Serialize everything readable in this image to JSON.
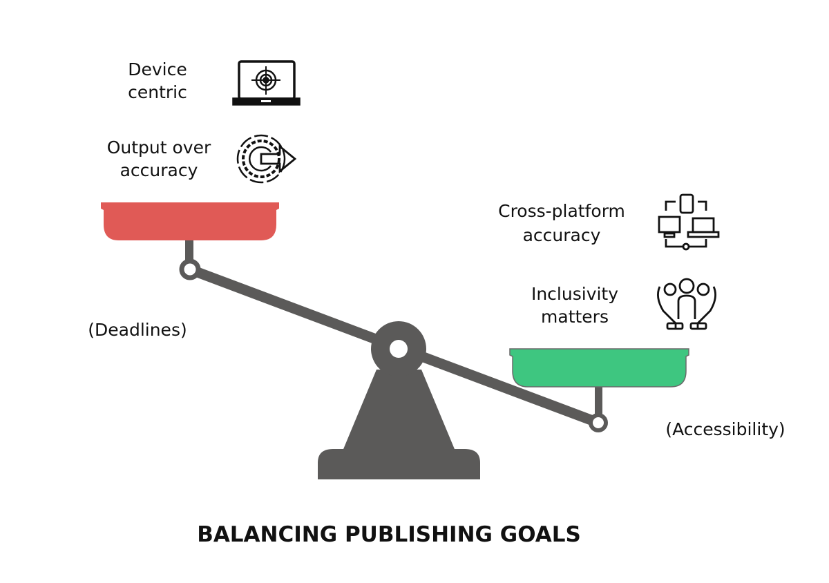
{
  "title": "BALANCING PUBLISHING GOALS",
  "left": {
    "caption": "(Deadlines)",
    "color": "#E05A56",
    "items": [
      {
        "line1": "Device",
        "line2": "centric",
        "icon": "laptop-target-icon"
      },
      {
        "line1": "Output over",
        "line2": "accuracy",
        "icon": "gear-arrow-icon"
      }
    ]
  },
  "right": {
    "caption": "(Accessibility)",
    "color": "#3EC680",
    "items": [
      {
        "line1": "Cross-platform",
        "line2": "accuracy",
        "icon": "devices-network-icon"
      },
      {
        "line1": "Inclusivity",
        "line2": "matters",
        "icon": "people-hands-icon"
      }
    ]
  },
  "scale_color": "#5B5A59"
}
